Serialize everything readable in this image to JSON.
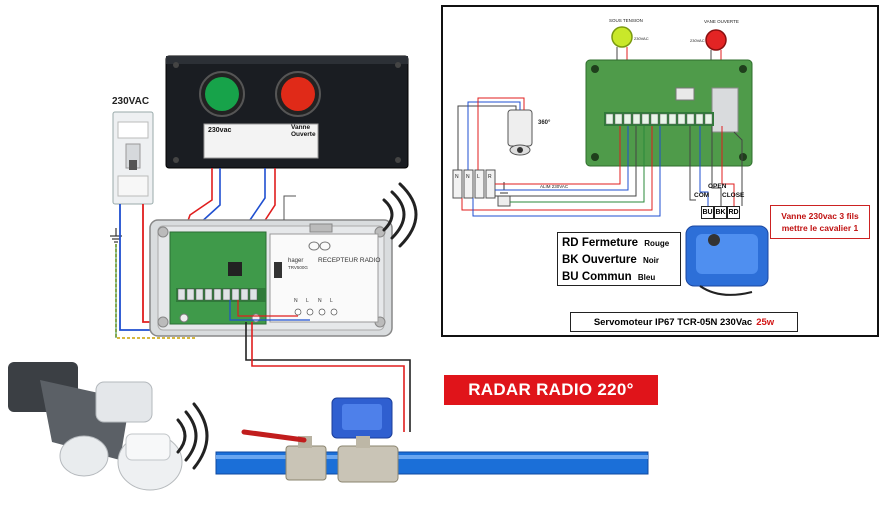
{
  "supply_label": "230VAC",
  "control_box": {
    "left_label": "230vac",
    "right_label": "Vanne\nOuverte"
  },
  "receiver": {
    "brand": "hager",
    "model": "TRV500G",
    "title": "RECEPTEUR RADIO",
    "terminal_labels": [
      "N",
      "L",
      "N",
      "L"
    ]
  },
  "radar_banner": "RADAR RADIO 220°",
  "inset": {
    "lamp_labels": {
      "green": "SOUS TENSION",
      "green_sub": "230VAC",
      "red": "VANE OUVERTE",
      "red_sub": "230VAC"
    },
    "relay_label": "360°",
    "supply_text": "ALIM 230VAC",
    "terminal_letters": [
      "N",
      "N",
      "L",
      "R"
    ],
    "com_label": "COM",
    "open_label": "OPEN",
    "close_label": "CLOSE",
    "wire_terminals": [
      "BU",
      "BK",
      "RD"
    ],
    "note": "Vanne 230vac 3 fils mettre le cavalier 1",
    "legend": [
      {
        "code": "RD",
        "desc": "Fermeture",
        "color_name": "Rouge"
      },
      {
        "code": "BK",
        "desc": "Ouverture",
        "color_name": "Noir"
      },
      {
        "code": "BU",
        "desc": "Commun",
        "color_name": "Bleu"
      }
    ],
    "servo_caption": {
      "text": "Servomoteur IP67 TCR-05N  230Vac",
      "power": "25w"
    }
  },
  "colors": {
    "red_wire": "#e01e1e",
    "blue_wire": "#1f4fd0",
    "green_board": "#3f9a4a",
    "pipe": "#1b6fd8",
    "banner": "#e0141a",
    "lamp_green": "#17a34a",
    "lamp_red": "#e02a18"
  }
}
